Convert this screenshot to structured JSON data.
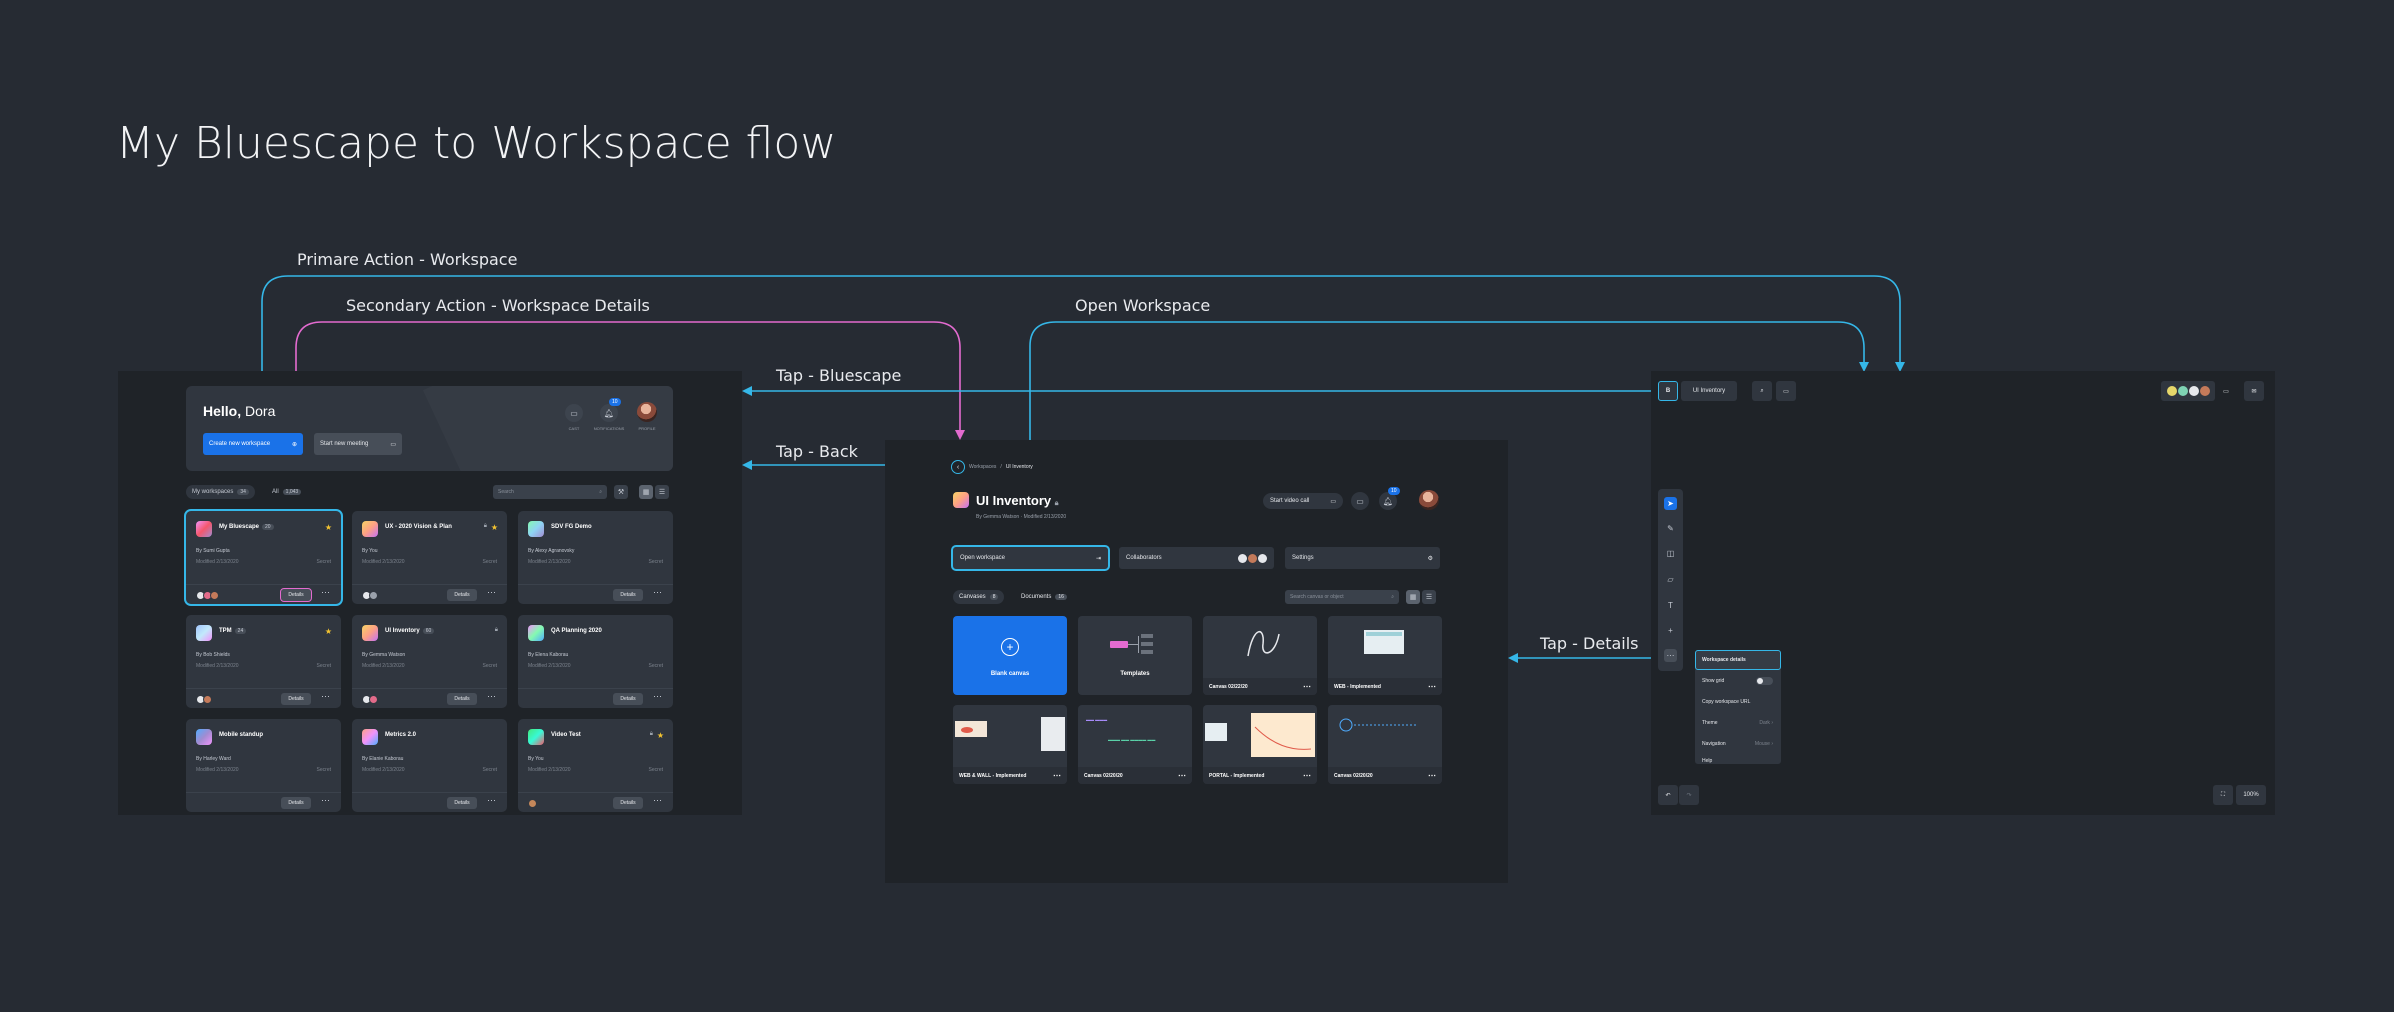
{
  "title": "My Bluescape to Workspace flow",
  "colors": {
    "background": "#262b33",
    "frame": "#1f2328",
    "card": "#30363f",
    "accent_blue": "#1a72e8",
    "link_cyan": "#35b7e8",
    "link_pink": "#e36bd0",
    "star": "#f4c430"
  },
  "flow_labels": {
    "primary_action": "Primare Action - Workspace",
    "secondary_action": "Secondary Action - Workspace Details",
    "open_workspace": "Open Workspace",
    "tap_bluescape": "Tap - Bluescape",
    "tap_back": "Tap - Back",
    "tap_details": "Tap - Details"
  },
  "my_bluescape": {
    "greeting_prefix": "Hello,",
    "greeting_name": "Dora",
    "create_button": "Create new workspace",
    "meeting_button": "Start new meeting",
    "header_icons": [
      {
        "icon": "cast-icon",
        "label": "CAST"
      },
      {
        "icon": "bell-icon",
        "label": "NOTIFICATIONS"
      },
      {
        "icon": "avatar",
        "label": "PROFILE"
      }
    ],
    "notification_count": "10",
    "filters": {
      "mine_label": "My workspaces",
      "mine_count": "34",
      "all_label": "All",
      "all_count": "1,043"
    },
    "search_placeholder": "Search",
    "details_label": "Details",
    "cards": [
      {
        "name": "My Bluescape",
        "count": "20",
        "by": "By Sumi Gupta",
        "modified": "Modified 2/13/2020",
        "secret": "Secret",
        "star": true,
        "lock": false,
        "selected": true
      },
      {
        "name": "UX - 2020 Vision & Plan",
        "count": "",
        "by": "By You",
        "modified": "Modified 2/13/2020",
        "secret": "Secret",
        "star": true,
        "lock": true,
        "selected": false
      },
      {
        "name": "SDV FG Demo",
        "count": "",
        "by": "By Alexy Agranovsky",
        "modified": "Modified 2/13/2020",
        "secret": "Secret",
        "star": false,
        "lock": false,
        "selected": false
      },
      {
        "name": "TPM",
        "count": "24",
        "by": "By Bob Shields",
        "modified": "Modified 2/13/2020",
        "secret": "Secret",
        "star": true,
        "lock": false,
        "selected": false
      },
      {
        "name": "UI Inventory",
        "count": "60",
        "by": "By Gemma Watson",
        "modified": "Modified 2/13/2020",
        "secret": "Secret",
        "star": false,
        "lock": true,
        "selected": false
      },
      {
        "name": "QA Planning 2020",
        "count": "",
        "by": "By Elena Kaborau",
        "modified": "Modified 2/13/2020",
        "secret": "Secret",
        "star": false,
        "lock": false,
        "selected": false
      },
      {
        "name": "Mobile standup",
        "count": "",
        "by": "By Harley Ward",
        "modified": "Modified 2/13/2020",
        "secret": "Secret",
        "star": false,
        "lock": false,
        "selected": false
      },
      {
        "name": "Metrics 2.0",
        "count": "",
        "by": "By Elanie Kaborau",
        "modified": "Modified 2/13/2020",
        "secret": "Secret",
        "star": false,
        "lock": false,
        "selected": false
      },
      {
        "name": "Video Test",
        "count": "",
        "by": "By You",
        "modified": "Modified 2/13/2020",
        "secret": "Secret",
        "star": true,
        "lock": true,
        "selected": false
      }
    ]
  },
  "workspace_details": {
    "breadcrumb_root": "Workspaces",
    "breadcrumb_sep": "/",
    "breadcrumb_current": "UI Inventory",
    "title": "UI Inventory",
    "by_line": "By Gemma Watson · Modified 2/13/2020",
    "video_button": "Start video call",
    "notification_count": "10",
    "open_button": "Open workspace",
    "collaborators_button": "Collaborators",
    "settings_button": "Settings",
    "tabs": {
      "canvases": "Canvases",
      "canvases_count": "8",
      "documents": "Documents",
      "documents_count": "16"
    },
    "search_placeholder": "Search canvas or object",
    "tiles": [
      {
        "name": "Blank canvas",
        "kind": "blank"
      },
      {
        "name": "Templates",
        "kind": "template"
      },
      {
        "name": "Canvas 02/22/20",
        "kind": "canvas"
      },
      {
        "name": "WEB - Implemented",
        "kind": "canvas"
      },
      {
        "name": "WEB & WALL - Implemented",
        "kind": "canvas"
      },
      {
        "name": "Canvas 02/20/20",
        "kind": "canvas"
      },
      {
        "name": "PORTAL - Implemented",
        "kind": "canvas"
      },
      {
        "name": "Canvas 02/20/20",
        "kind": "canvas"
      }
    ]
  },
  "workspace": {
    "logo_letter": "B",
    "name": "UI Inventory",
    "zoom": "100%",
    "menu": {
      "details": "Workspace details",
      "show_grid": "Show grid",
      "copy_url": "Copy workspace URL",
      "theme": "Theme",
      "theme_value": "Dark",
      "navigation": "Navigation",
      "navigation_value": "Mouse",
      "help": "Help"
    }
  }
}
